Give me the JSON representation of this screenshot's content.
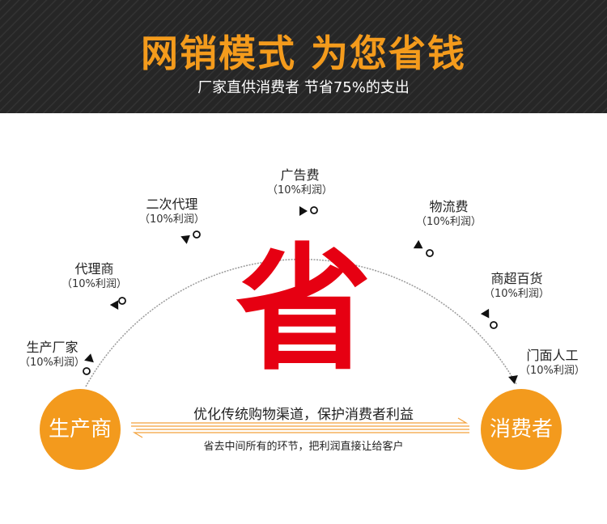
{
  "header": {
    "title": "网销模式 为您省钱",
    "subtitle": "厂家直供消费者 节省75%的支出"
  },
  "chain": [
    {
      "name": "生产厂家",
      "margin": "（10%利润）"
    },
    {
      "name": "代理商",
      "margin": "（10%利润）"
    },
    {
      "name": "二次代理",
      "margin": "（10%利润）"
    },
    {
      "name": "广告费",
      "margin": "（10%利润）"
    },
    {
      "name": "物流费",
      "margin": "（10%利润）"
    },
    {
      "name": "商超百货",
      "margin": "（10%利润）"
    },
    {
      "name": "门面人工",
      "margin": "（10%利润）"
    }
  ],
  "center_char": "省",
  "producer": "生产商",
  "consumer": "消费者",
  "slogan_top": "优化传统购物渠道，保护消费者利益",
  "slogan_bottom": "省去中间所有的环节，把利润直接让给客户",
  "colors": {
    "accent_orange": "#f39a1d",
    "title_orange": "#f49b1c",
    "red": "#e60012",
    "banner_bg": "#262626"
  }
}
